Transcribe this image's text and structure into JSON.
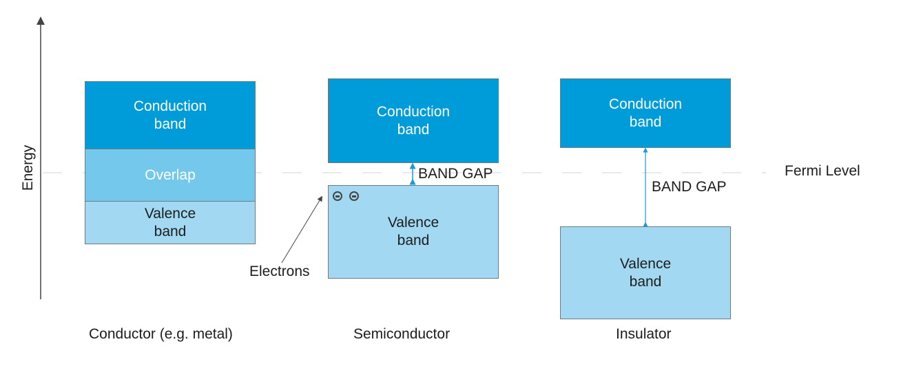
{
  "axis": {
    "label": "Energy"
  },
  "fermi_level": {
    "label": "Fermi Level"
  },
  "colors": {
    "conduction": "#009cd9",
    "overlap": "#74c8eb",
    "valence": "#a2d8f1",
    "gap_arrow": "#1a9ad6"
  },
  "materials": [
    {
      "name": "Conductor (e.g. metal)",
      "conduction": "Conduction\nband",
      "overlap": "Overlap",
      "valence": "Valence\nband"
    },
    {
      "name": "Semiconductor",
      "conduction": "Conduction\nband",
      "valence": "Valence\nband",
      "gap_label": "BAND GAP",
      "electrons_label": "Electrons",
      "electron_count": 2
    },
    {
      "name": "Insulator",
      "conduction": "Conduction\nband",
      "valence": "Valence\nband",
      "gap_label": "BAND GAP"
    }
  ]
}
